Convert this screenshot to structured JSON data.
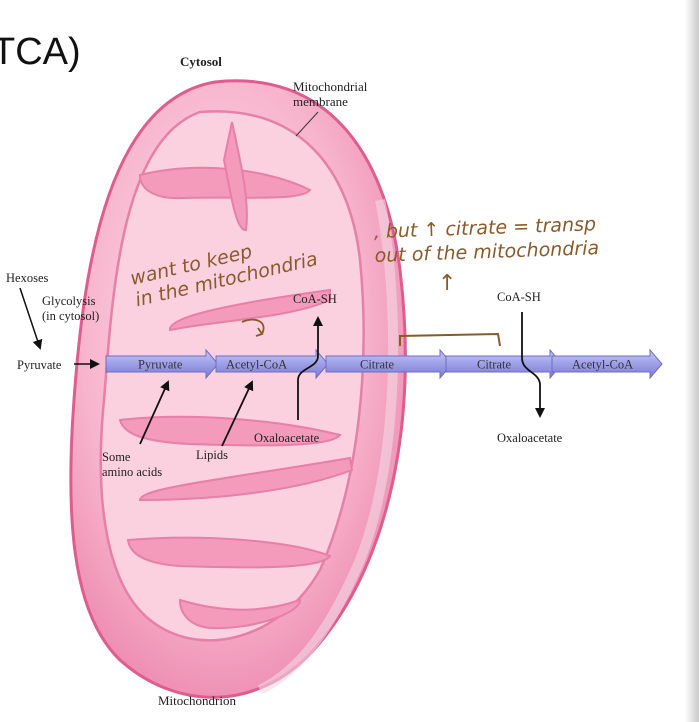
{
  "slide_title": "TCA)",
  "cytosol_label": "Cytosol",
  "membrane_label": "Mitochondrial\nmembrane",
  "mitochondrion_label": "Mitochondrion",
  "hexoses_label": "Hexoses",
  "glycolysis_label": "Glycolysis\n(in cytosol)",
  "pyruvate_outside_label": "Pyruvate",
  "pathway_arrows": [
    "Pyruvate",
    "Acetyl-CoA",
    "Citrate",
    "Citrate",
    "Acetyl-CoA"
  ],
  "coa_sh_inside": "CoA-SH",
  "coa_sh_outside": "CoA-SH",
  "oxaloacetate_inside": "Oxaloacetate",
  "oxaloacetate_outside": "Oxaloacetate",
  "amino_acids_label": "Some\namino acids",
  "lipids_label": "Lipids",
  "handwritten_note_1": "want to keep\nin the mitochondria",
  "handwritten_note_2": ", but ↑ citrate = transp\nout of the mitochondria",
  "handwritten_up_arrow": "↑",
  "colors": {
    "mitochondrion_fill": "#f7b4cc",
    "mitochondrion_outline": "#de5d8e",
    "inner_membrane": "#e77fa6",
    "pathway_arrow": "#9d9ee8",
    "handwriting": "#8a5a2b"
  }
}
